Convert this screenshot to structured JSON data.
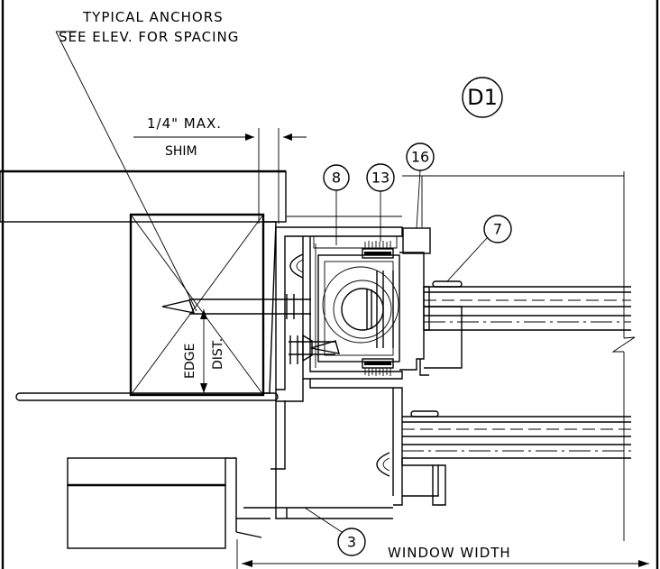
{
  "notes": {
    "anchors_line1": "TYPICAL ANCHORS",
    "anchors_line2": "SEE ELEV. FOR SPACING",
    "shim_dim": "1/4\" MAX.",
    "shim": "SHIM",
    "edge": "EDGE",
    "dist": "DIST.",
    "window_width": "WINDOW WIDTH"
  },
  "detail_tag": "D1",
  "callouts": [
    {
      "id": "callout-8",
      "label": "8"
    },
    {
      "id": "callout-13",
      "label": "13"
    },
    {
      "id": "callout-16",
      "label": "16"
    },
    {
      "id": "callout-7",
      "label": "7"
    },
    {
      "id": "callout-3",
      "label": "3"
    }
  ]
}
